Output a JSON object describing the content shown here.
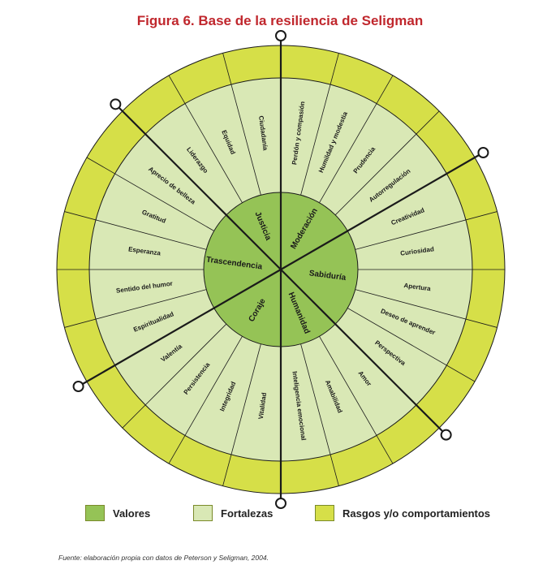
{
  "title": "Figura 6. Base de la resiliencia de Seligman",
  "colors": {
    "valores": "#95c356",
    "fortalezas": "#d9e8b5",
    "rasgos": "#d6df48",
    "line": "#1a1a1a",
    "title": "#c0272d"
  },
  "values": [
    "Moderación",
    "Sabiduría",
    "Humanidad",
    "Coraje",
    "Trascendencia",
    "Justicia"
  ],
  "strengths": [
    "Perdón y compasión",
    "Humildad y modestia",
    "Prudencia",
    "Autorregulación",
    "Creatividad",
    "Curiosidad",
    "Apertura",
    "Deseo de aprender",
    "Perspectiva",
    "Amor",
    "Amabilidad",
    "Inteligencia emocional",
    "Vitalidad",
    "Integridad",
    "Persistencia",
    "Valentía",
    "Espiritualidad",
    "Sentido del humor",
    "Esperanza",
    "Gratitud",
    "Aprecio de belleza",
    "Liderazgo",
    "Equidad",
    "Ciudadanía"
  ],
  "legend": [
    {
      "label": "Valores",
      "color": "#95c356"
    },
    {
      "label": "Fortalezas",
      "color": "#d9e8b5"
    },
    {
      "label": "Rasgos y/o comportamientos",
      "color": "#d6df48"
    }
  ],
  "source": "Fuente: elaboración propia con datos de Peterson y Seligman, 2004."
}
